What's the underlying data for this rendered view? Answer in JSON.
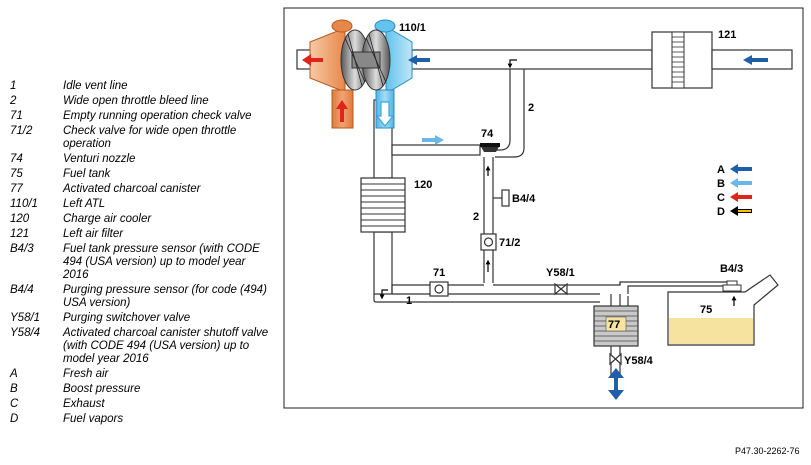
{
  "legend": [
    {
      "key": "1",
      "text": "Idle vent line"
    },
    {
      "key": "2",
      "text": "Wide open throttle bleed line"
    },
    {
      "key": "71",
      "text": "Empty running operation check valve"
    },
    {
      "key": "71/2",
      "text": "Check valve for wide open throttle operation"
    },
    {
      "key": "74",
      "text": "Venturi nozzle"
    },
    {
      "key": "75",
      "text": "Fuel tank"
    },
    {
      "key": "77",
      "text": "Activated charcoal canister"
    },
    {
      "key": "110/1",
      "text": "Left ATL"
    },
    {
      "key": "120",
      "text": "Charge air cooler"
    },
    {
      "key": "121",
      "text": "Left air filter"
    },
    {
      "key": "B4/3",
      "text": "Fuel tank pressure sensor (with CODE 494 (USA version) up to model year 2016"
    },
    {
      "key": "B4/4",
      "text": "Purging pressure sensor (for code (494) USA version)"
    },
    {
      "key": "Y58/1",
      "text": "Purging switchover valve"
    },
    {
      "key": "Y58/4",
      "text": "Activated charcoal canister shutoff valve (with CODE 494 (USA version) up to model year 2016"
    },
    {
      "key": "A",
      "text": "Fresh air"
    },
    {
      "key": "B",
      "text": "Boost pressure"
    },
    {
      "key": "C",
      "text": "Exhaust"
    },
    {
      "key": "D",
      "text": "Fuel vapors"
    }
  ],
  "labels": {
    "l110_1": "110/1",
    "l121": "121",
    "l2a": "2",
    "l74": "74",
    "l120": "120",
    "lB4_4": "B4/4",
    "l2b": "2",
    "l71_2": "71/2",
    "l71": "71",
    "lY58_1": "Y58/1",
    "l1": "1",
    "lB4_3": "B4/3",
    "l75": "75",
    "l77": "77",
    "lY58_4": "Y58/4",
    "lA": "A",
    "lB": "B",
    "lC": "C",
    "lD": "D"
  },
  "colors": {
    "fresh_air": "#1f5fa8",
    "boost": "#6ab8e8",
    "exhaust": "#e0241b",
    "vapor": "#000000",
    "turbo_hot": "#e8874a",
    "turbo_cold": "#62c3ec",
    "fuel": "#f7e3a0"
  },
  "reference": "P47.30-2262-76"
}
